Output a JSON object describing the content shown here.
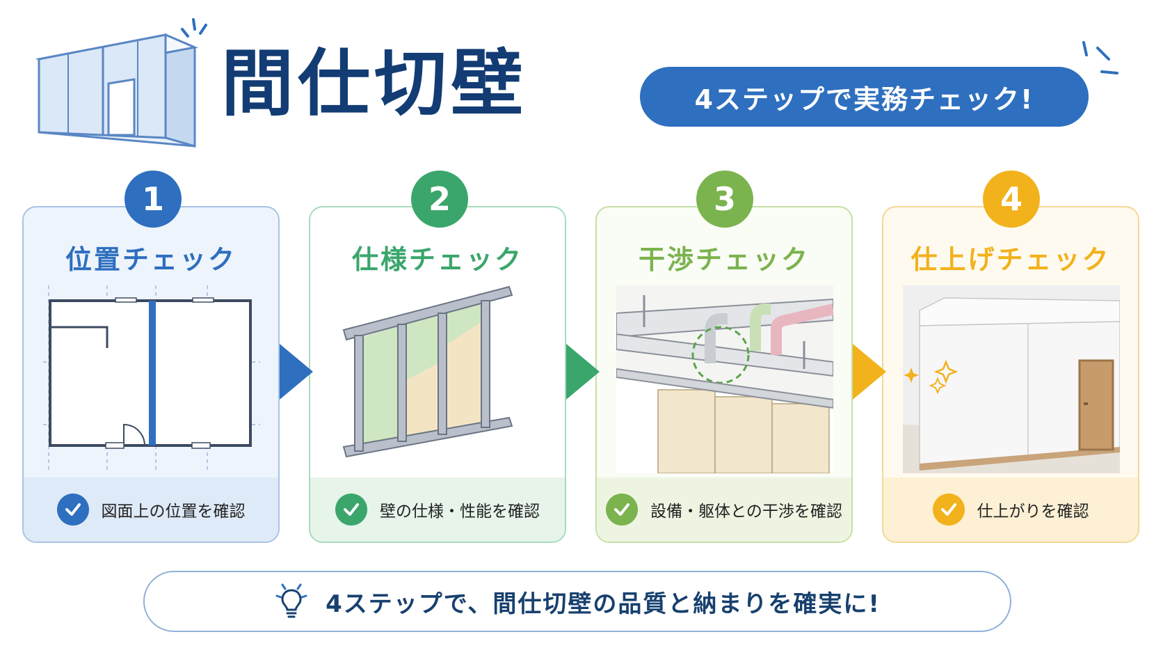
{
  "header": {
    "title": "間仕切壁",
    "subtitle": "4ステップで実務チェック!"
  },
  "steps": [
    {
      "number": "1",
      "title": "位置チェック",
      "check_text": "図面上の位置を確認",
      "color": "#2e6fbf",
      "tint": "#eef4fc",
      "foot_tint": "#dfeaf8",
      "border": "#a7c3e6",
      "illustration": "floor-plan"
    },
    {
      "number": "2",
      "title": "仕様チェック",
      "check_text": "壁の仕様・性能を確認",
      "color": "#3aa66b",
      "tint": "#ffffff",
      "foot_tint": "#e6f4ea",
      "border": "#a8dbbc",
      "illustration": "steel-stud-frame"
    },
    {
      "number": "3",
      "title": "干渉チェック",
      "check_text": "設備・躯体との干渉を確認",
      "color": "#7bb34e",
      "tint": "#fafcf6",
      "foot_tint": "#edf5e2",
      "border": "#c4e0a6",
      "illustration": "ceiling-pipes"
    },
    {
      "number": "4",
      "title": "仕上げチェック",
      "check_text": "仕上がりを確認",
      "color": "#f2b21c",
      "tint": "#fffaf0",
      "foot_tint": "#fdf0d4",
      "border": "#f4d894",
      "illustration": "finished-room"
    }
  ],
  "footer": {
    "message": "4ステップで、間仕切壁の品質と納まりを確実に!",
    "icon": "lightbulb-icon"
  },
  "colors": {
    "title": "#123c73",
    "pill": "#2e6fbf",
    "banner_border": "#8fb0d8"
  }
}
